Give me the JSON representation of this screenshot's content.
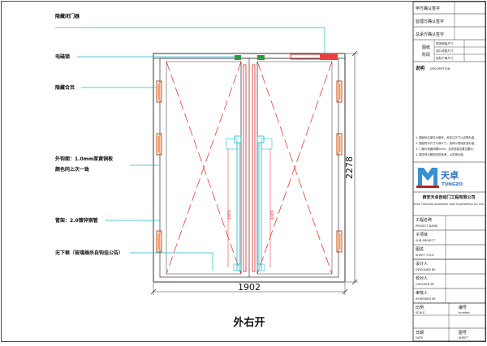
{
  "callouts": {
    "concealed_closer": "隐藏闭门器",
    "electric_lock": "电磁锁",
    "concealed_hinge": "隐藏合页",
    "frame_material_1": "外钩面：1.0mm厚黄铜板",
    "frame_material_2": "颜色同上次一致",
    "frame_tube": "管架：2.0镀锌钢管",
    "no_bottom_frame": "无下框（玻璃插杀自钩挂公告）"
  },
  "dimensions": {
    "width": "1902",
    "height": "2278",
    "inner_height_left": "1905",
    "inner_height_right": "1905"
  },
  "caption": "外右开",
  "title_block": {
    "sig_party_a": "甲方确认签字",
    "sig_supervisor": "监理方确认签字",
    "sig_general": "总承方确认签字",
    "dim_head_1": "图纸",
    "dim_head_2": "阶段",
    "dim_row_1": "现场测量尺寸",
    "dim_row_2": "洞口或框尺寸",
    "dim_row_3": "实际下单尺寸",
    "notes_label": "说明",
    "notes_label_en": "DESCRIPTION",
    "notes": [
      "1. 图纸标注单位为毫米，未标注尺寸以实物为准。",
      "2. 图纸所示尺寸为净尺寸，具体以现场实测为准。",
      "3. 门扇与地面间隙5mm，合页安装位置见图示。",
      "4. 图中所示颜色仅供参考，以实物为准。"
    ],
    "logo_cn": "天卓",
    "logo_en": "TUNGZO",
    "company_cn": "西安天卓自动门工程有限公司",
    "company_en": "Xi'an Tianzhuo automatic door Engineering Co. Ltd.",
    "project_name": "工程名称",
    "project_name_en": "PROJECT NAME",
    "sub_project": "子项目",
    "sub_project_en": "SUB-PROJECT",
    "drawing_name": "图名",
    "drawing_name_en": "SHEET TITLE",
    "designer": "设计人",
    "designer_en": "DESIGNED BY",
    "checker": "校对人",
    "checker_en": "CHECKED BY",
    "reviewer": "审核人",
    "reviewer_en": "REVIEWED BY",
    "scale": "比例",
    "scale_en": "SCALE",
    "number": "编号",
    "number_en": "number",
    "date": "日期",
    "date_en": "DATE",
    "sheet_no": "图号",
    "sheet_no_en": "SHEET"
  }
}
